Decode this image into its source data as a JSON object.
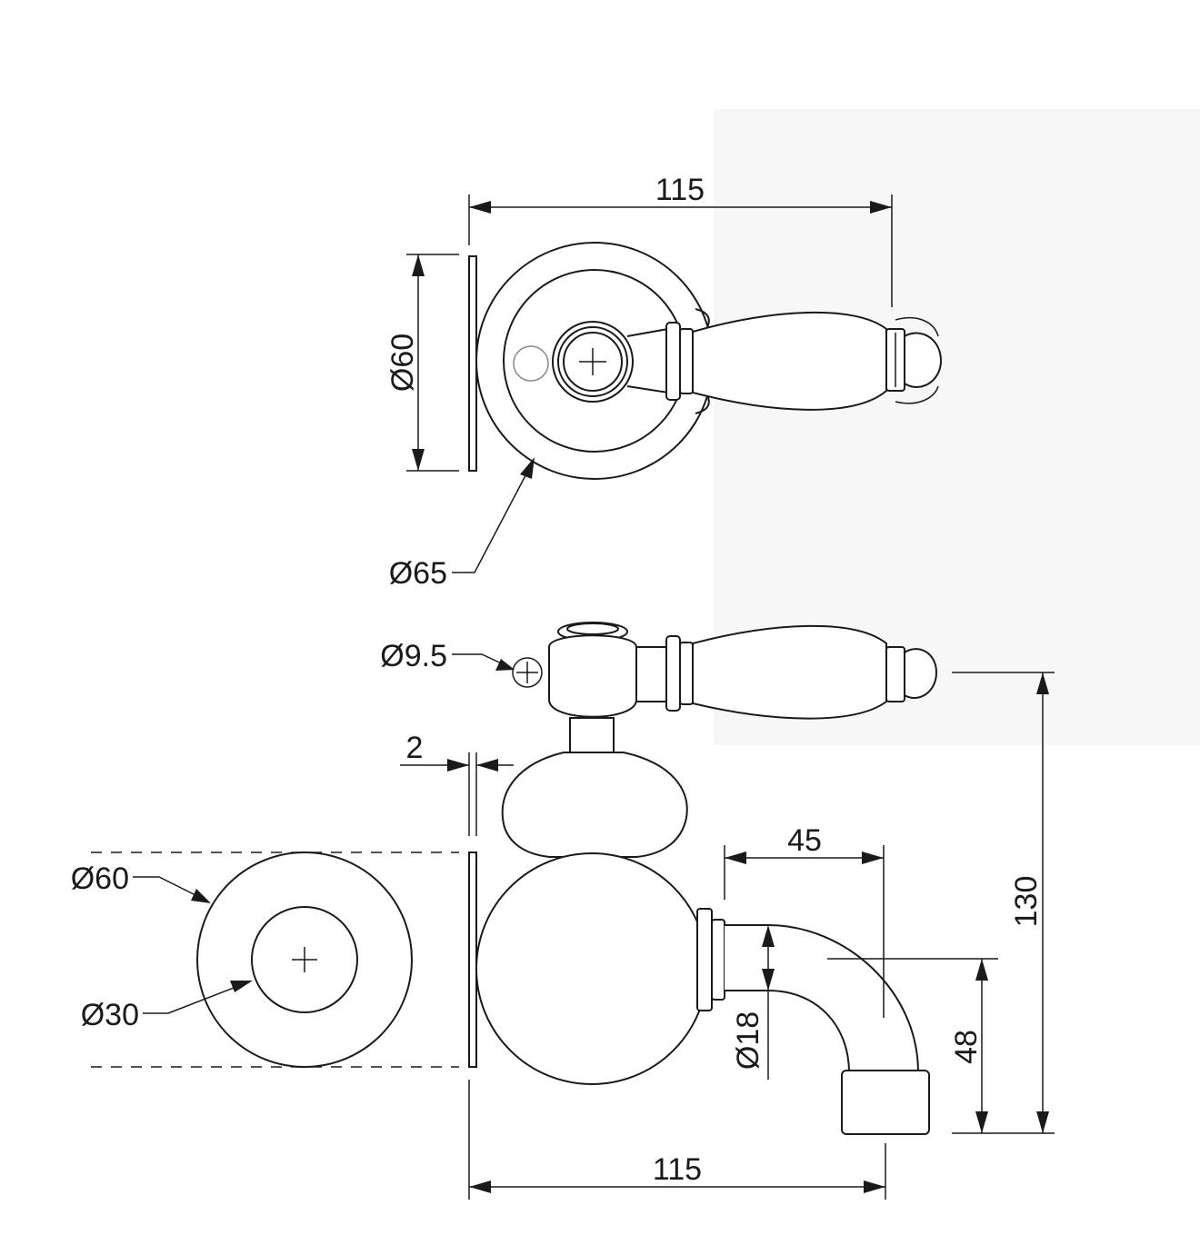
{
  "dimensions": {
    "top_width": "115",
    "top_height_dia": "Ø60",
    "top_flange_dia": "Ø65",
    "hole_dia": "Ø9.5",
    "plate_thickness": "2",
    "side_flange_dia": "Ø60",
    "side_inner_dia": "Ø30",
    "spout_reach": "45",
    "spout_dia": "Ø18",
    "spout_height": "48",
    "total_height": "130",
    "bottom_width": "115"
  },
  "colors": {
    "line": "#1a1a1a",
    "background": "#ffffff"
  }
}
